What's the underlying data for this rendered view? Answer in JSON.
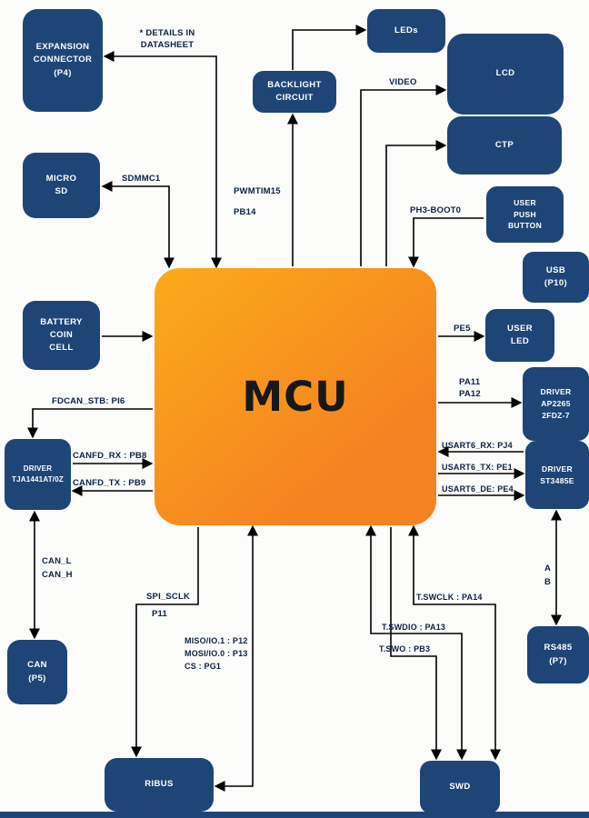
{
  "colors": {
    "box_blue": "#1e4576",
    "box_text": "#ffffff",
    "mcu_orange_light": "#fbab1b",
    "mcu_orange_dark": "#f58220",
    "wire": "#000000",
    "label_text": "#0d2240",
    "background": "#fcfcfa"
  },
  "mcu": {
    "label": "MCU"
  },
  "boxes": {
    "expansion": {
      "label": "EXPANSION\nCONNECTOR\n(P4)"
    },
    "micro_sd": {
      "label": "MICRO\nSD"
    },
    "battery": {
      "label": "BATTERY\nCOIN\nCELL"
    },
    "driver_can": {
      "label": "DRIVER\nTJA1441AT/0Z"
    },
    "can": {
      "label": "CAN\n(P5)"
    },
    "backlight": {
      "label": "BACKLIGHT\nCIRCUIT"
    },
    "leds": {
      "label": "LEDs"
    },
    "lcd": {
      "label": "LCD"
    },
    "ctp": {
      "label": "CTP"
    },
    "push_button": {
      "label": "USER\nPUSH\nBUTTON"
    },
    "usb": {
      "label": "USB\n(P10)"
    },
    "user_led": {
      "label": "USER\nLED"
    },
    "driver_usb": {
      "label": "DRIVER\nAP2265\n2FDZ-7"
    },
    "driver_rs485": {
      "label": "DRIVER\nST3485E"
    },
    "rs485": {
      "label": "RS485\n(P7)"
    },
    "ribus": {
      "label": "RIBUS"
    },
    "swd": {
      "label": "SWD"
    }
  },
  "signals": {
    "details": "* DETAILS IN\nDATASHEET",
    "sdmmc1": "SDMMC1",
    "pwm": "PWMTIM15\nPB14",
    "video": "VIDEO",
    "ph3_boot0": "PH3-BOOT0",
    "pe5": "PE5",
    "pa11_pa12": "PA11\nPA12",
    "usart6_rx": "USART6_RX:  PJ4",
    "usart6_tx": "USART6_TX:  PE1",
    "usart6_de": "USART6_DE: PE4",
    "fdcan_stb": "FDCAN_STB: PI6",
    "canfd_rx": "CANFD_RX : PB8",
    "canfd_tx": "CANFD_TX : PB9",
    "can_lh": "CAN_L\nCAN_H",
    "spi_sclk": "SPI_SCLK",
    "spi_p11": "P11",
    "spi_data": "MISO/IO.1 : P12\nMOSI/IO.0 : P13\nCS : PG1",
    "tswclk": "T.SWCLK : PA14",
    "tswdio": "T.SWDIO : PA13",
    "tswo": "T.SWO : PB3",
    "ab": "A\nB"
  }
}
